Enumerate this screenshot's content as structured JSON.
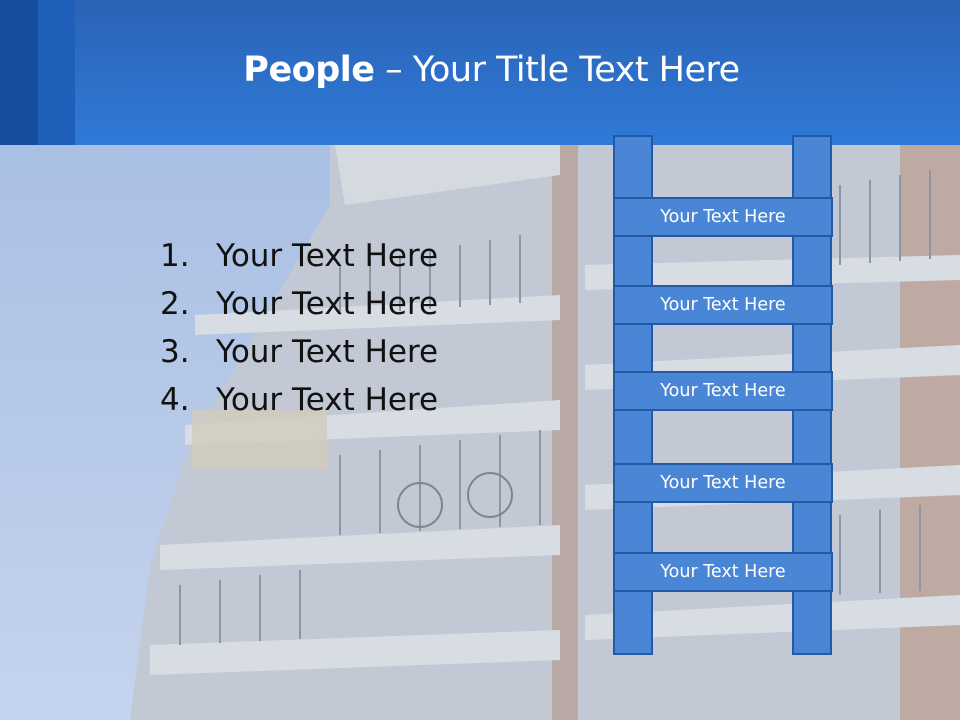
{
  "slide": {
    "title_bold": "People",
    "title_rest": " – Your Title Text Here",
    "list": [
      {
        "number": "1.",
        "text": "Your Text Here"
      },
      {
        "number": "2.",
        "text": "Your Text Here"
      },
      {
        "number": "3.",
        "text": "Your Text Here"
      },
      {
        "number": "4.",
        "text": "Your Text Here"
      }
    ],
    "ladder_rungs": [
      "Your Text Here",
      "Your Text Here",
      "Your Text Here",
      "Your Text Here",
      "Your Text Here"
    ]
  },
  "colors": {
    "header_blue": "#2f7ad8",
    "ladder_fill": "#4a86d6",
    "ladder_border": "#2559a6"
  }
}
